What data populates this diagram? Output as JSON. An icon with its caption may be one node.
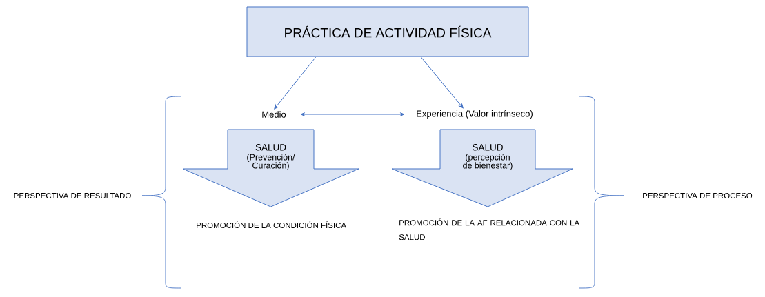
{
  "diagram": {
    "nodes": [
      {
        "text": [
          "PRÁCTICA DE ACTIVIDAD FÍSICA"
        ]
      },
      {
        "text": [
          "Medio"
        ]
      },
      {
        "text": [
          "Experiencia (Valor intrínseco)"
        ]
      },
      {
        "text": [
          "SALUD",
          "(Prevención/ Curación)"
        ]
      },
      {
        "text": [
          "SALUD",
          "(percepción de bienestar)"
        ]
      }
    ],
    "edges": [
      {
        "from": 0,
        "to": 1,
        "arrow": "to"
      },
      {
        "from": 0,
        "to": 2,
        "arrow": "to"
      },
      {
        "from": 1,
        "to": 2,
        "arrow": "both"
      }
    ],
    "labels": [
      "PERSPECTIVA DE RESULTADO",
      "PROMOCIÓN DE LA CONDICIÓN FÍSICA",
      "PROMOCIÓN DE LA AF RELACIONADA CON LA SALUD",
      "PERSPECTIVA DE PROCESO"
    ]
  }
}
